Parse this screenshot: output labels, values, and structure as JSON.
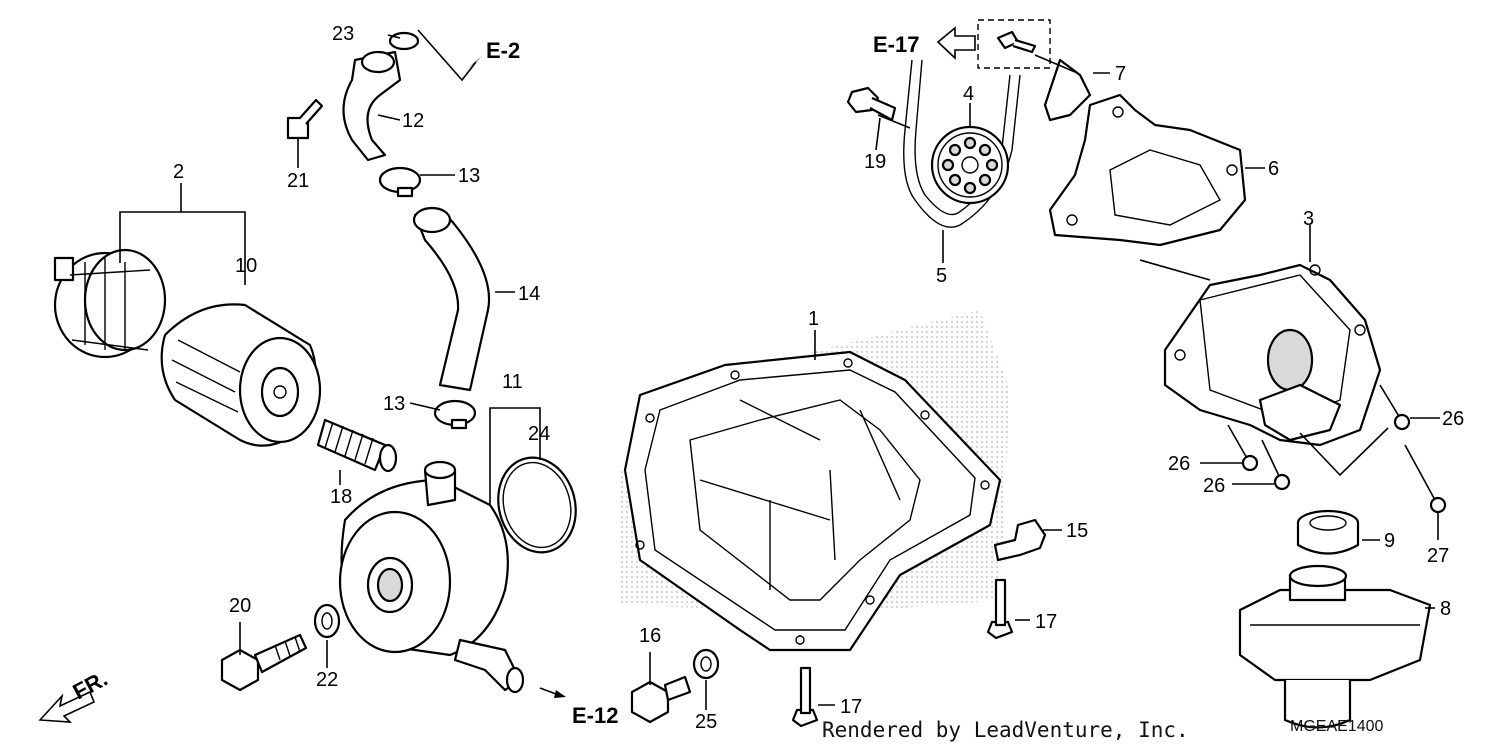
{
  "diagram": {
    "callouts": {
      "c1": "1",
      "c2": "2",
      "c3": "3",
      "c4": "4",
      "c5": "5",
      "c6": "6",
      "c7": "7",
      "c8": "8",
      "c9": "9",
      "c10": "10",
      "c11": "11",
      "c12": "12",
      "c13a": "13",
      "c13b": "13",
      "c14": "14",
      "c15": "15",
      "c16": "16",
      "c17a": "17",
      "c17b": "17",
      "c18": "18",
      "c19": "19",
      "c20": "20",
      "c21": "21",
      "c22": "22",
      "c23": "23",
      "c24": "24",
      "c25": "25",
      "c26a": "26",
      "c26b": "26",
      "c26c": "26",
      "c27": "27"
    },
    "references": {
      "e2": "E-2",
      "e17": "E-17",
      "e12": "E-12"
    },
    "front_indicator": "FR.",
    "footer": "Rendered by LeadVenture, Inc.",
    "diagram_code": "MGEAE1400"
  },
  "colors": {
    "line": "#000000",
    "background": "#ffffff",
    "stipple": "#c0c0c0"
  }
}
